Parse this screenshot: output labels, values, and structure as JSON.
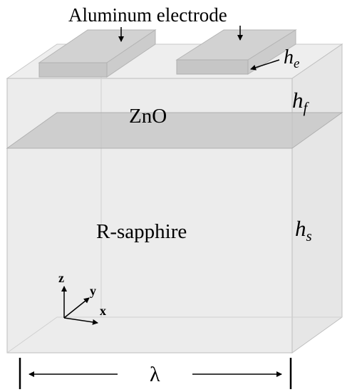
{
  "labels": {
    "electrode": "Aluminum electrode",
    "film": "ZnO",
    "substrate": "R-sapphire",
    "wavelength": "λ"
  },
  "dimensions": {
    "electrode_height": {
      "symbol": "h",
      "subscript": "e"
    },
    "film_height": {
      "symbol": "h",
      "subscript": "f"
    },
    "substrate_height": {
      "symbol": "h",
      "subscript": "s"
    }
  },
  "axes": {
    "x": "x",
    "y": "y",
    "z": "z"
  },
  "colors": {
    "block_face": "#ececec",
    "block_edge": "#bdbdbd",
    "interface_plane": "#c4c4c4",
    "electrode_face": "#c6c6c6",
    "ink": "#000000"
  }
}
